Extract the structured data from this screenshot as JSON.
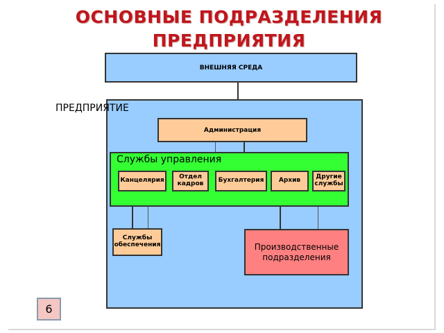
{
  "title": {
    "line1": "ОСНОВНЫЕ  ПОДРАЗДЕЛЕНИЯ",
    "line2": "ПРЕДПРИЯТИЯ"
  },
  "diagram": {
    "external_env": "ВНЕШНЯЯ  СРЕДА",
    "enterprise_label": "ПРЕДПРИЯТИЕ",
    "administration": "Администрация",
    "management_services": {
      "label": "Службы управления",
      "units": [
        "Канцелярия",
        "Отдел кадров",
        "Бухгалтерия",
        "Архив",
        "Другие службы"
      ]
    },
    "support_services": "Службы обеспечения",
    "production_units": "Производственные подразделения"
  },
  "slide": {
    "page_number": "6"
  },
  "colors": {
    "title": "#c0161c",
    "external_env": "#99ccff",
    "enterprise": "#99ccff",
    "management": "#33ff33",
    "unit": "#ffcc99",
    "production": "#ff8080"
  }
}
